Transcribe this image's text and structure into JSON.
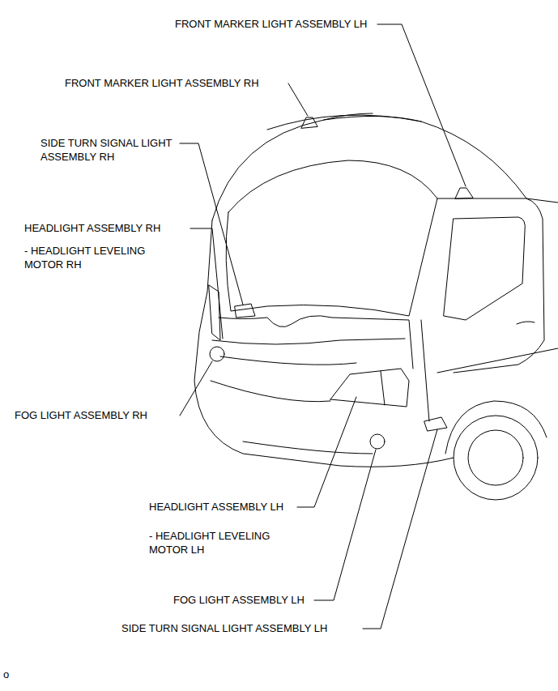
{
  "diagram": {
    "labels": [
      "FRONT MARKER LIGHT ASSEMBLY LH",
      "FRONT MARKER LIGHT ASSEMBLY RH",
      "SIDE TURN SIGNAL LIGHT ASSEMBLY RH",
      "HEADLIGHT ASSEMBLY RH",
      "- HEADLIGHT LEVELING MOTOR RH",
      "FOG LIGHT ASSEMBLY RH",
      "HEADLIGHT ASSEMBLY LH",
      "- HEADLIGHT LEVELING MOTOR LH",
      "FOG LIGHT ASSEMBLY LH",
      "SIDE TURN SIGNAL LIGHT ASSEMBLY LH",
      "o"
    ]
  }
}
